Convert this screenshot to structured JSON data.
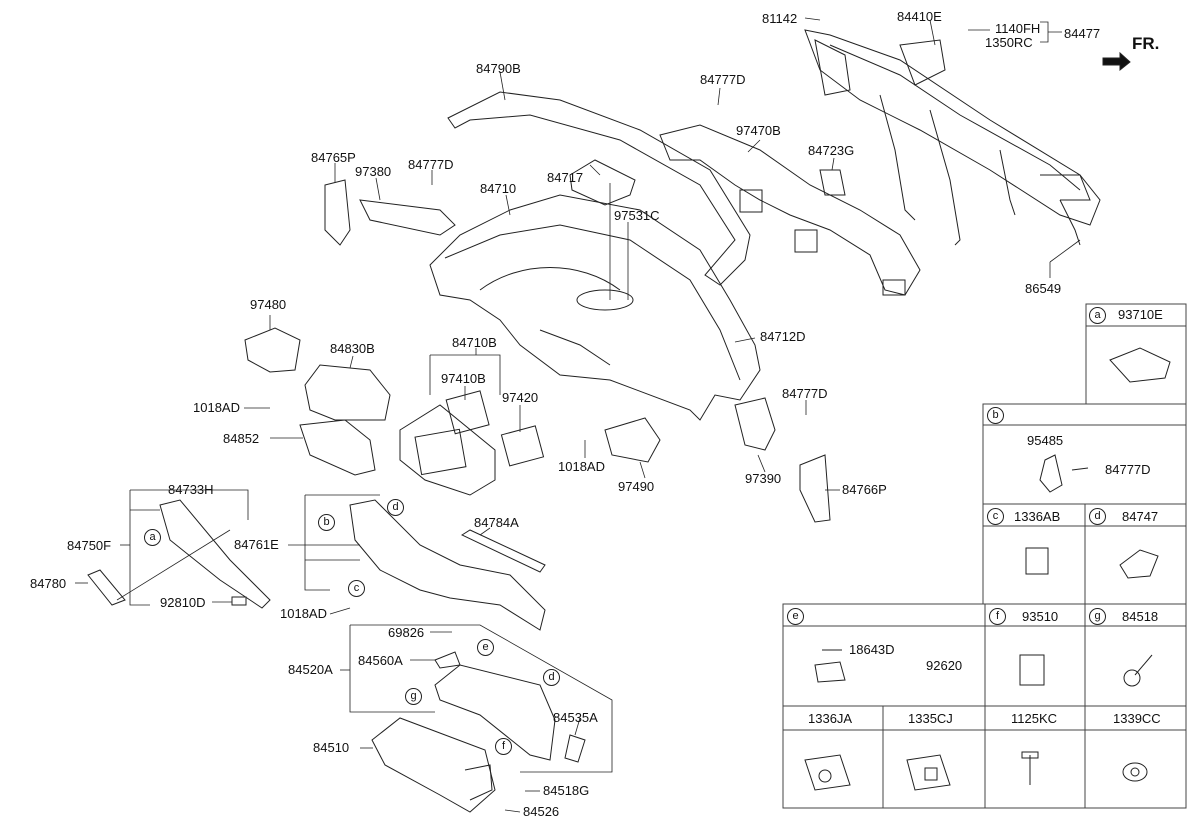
{
  "fr_label": "FR.",
  "labels": {
    "p81142": "81142",
    "p84410E": "84410E",
    "p1140FH": "1140FH",
    "p1350RC": "1350RC",
    "p84477": "84477",
    "p84790B": "84790B",
    "p84777D_1": "84777D",
    "p97470B": "97470B",
    "p84765P": "84765P",
    "p97380": "97380",
    "p84777D_2": "84777D",
    "p84710": "84710",
    "p84717": "84717",
    "p84723G": "84723G",
    "p97531C": "97531C",
    "p86549": "86549",
    "p97480": "97480",
    "p84712D": "84712D",
    "p84830B": "84830B",
    "p84710B": "84710B",
    "p97410B": "97410B",
    "p97420": "97420",
    "p84777D_3": "84777D",
    "p1018AD_1": "1018AD",
    "p84852": "84852",
    "p1018AD_2": "1018AD",
    "p97490": "97490",
    "p97390": "97390",
    "p84766P": "84766P",
    "p84733H": "84733H",
    "p84750F": "84750F",
    "p84761E": "84761E",
    "p84784A": "84784A",
    "p84780": "84780",
    "p92810D": "92810D",
    "p1018AD_3": "1018AD",
    "p69826": "69826",
    "p84560A": "84560A",
    "p84520A": "84520A",
    "p84535A": "84535A",
    "p84510": "84510",
    "p84518G": "84518G",
    "p84526": "84526"
  },
  "callouts": {
    "a1": "a",
    "b1": "b",
    "c1": "c",
    "d1": "d",
    "d2": "d",
    "e1": "e",
    "f1": "f",
    "g1": "g"
  },
  "legend": {
    "a": {
      "letter": "a",
      "part": "93710E"
    },
    "b": {
      "letter": "b",
      "part1": "95485",
      "part2": "84777D"
    },
    "c": {
      "letter": "c",
      "part": "1336AB"
    },
    "d": {
      "letter": "d",
      "part": "84747"
    },
    "e": {
      "letter": "e",
      "part1": "18643D",
      "part2": "92620"
    },
    "f": {
      "letter": "f",
      "part": "93510"
    },
    "g": {
      "letter": "g",
      "part": "84518"
    },
    "bottom": [
      "1336JA",
      "1335CJ",
      "1125KC",
      "1339CC"
    ]
  }
}
